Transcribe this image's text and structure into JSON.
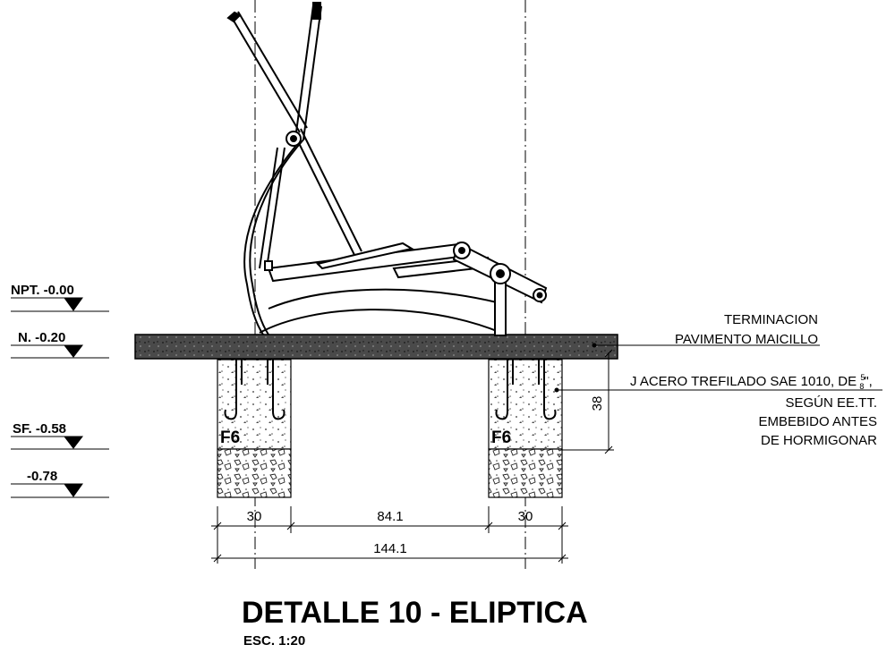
{
  "levels": {
    "npt": "NPT. -0.00",
    "n": "N. -0.20",
    "sf": "SF. -0.58",
    "bottom": "-0.78"
  },
  "notes": {
    "pavement_line1": "TERMINACION",
    "pavement_line2": "PAVIMENTO MAICILLO",
    "anchor_line1_prefix": "J ACERO TREFILADO SAE 1010, DE ",
    "anchor_frac_num": "5",
    "anchor_frac_den": "8",
    "anchor_line1_suffix": "\",",
    "anchor_line2": "SEGÚN EE.TT.",
    "anchor_line3": "EMBEBIDO ANTES",
    "anchor_line4": "DE HORMIGONAR"
  },
  "footings": {
    "left_tag": "F6",
    "right_tag": "F6"
  },
  "dimensions": {
    "footing_left_width": "30",
    "footing_gap": "84.1",
    "footing_right_width": "30",
    "overall_width": "144.1",
    "anchor_depth": "38"
  },
  "title": {
    "main": "DETALLE 10 - ELIPTICA",
    "scale": "ESC. 1:20"
  }
}
